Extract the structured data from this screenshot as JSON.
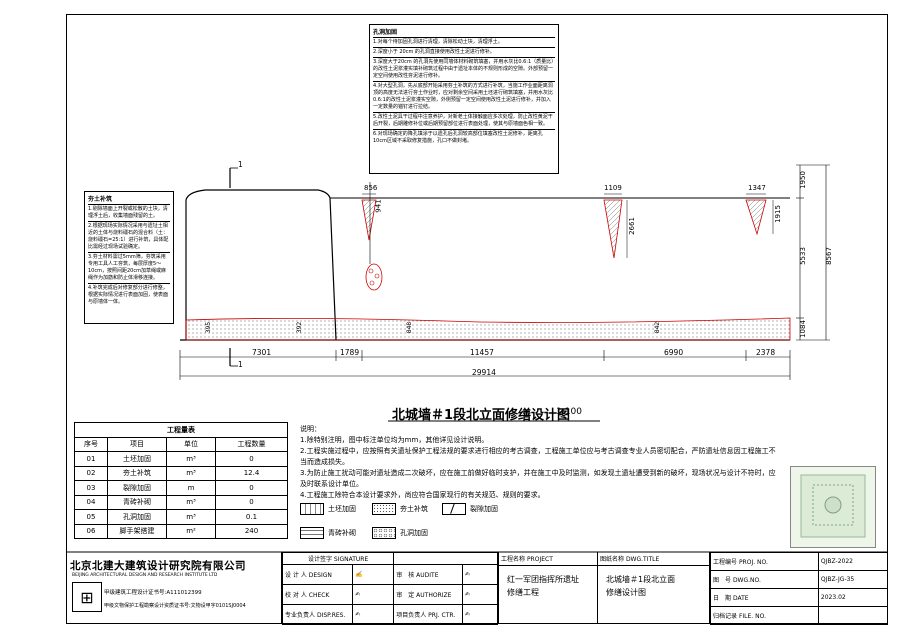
{
  "upper_box": {
    "title": "孔洞加固",
    "items": [
      "1.对每个待加固孔洞进行清理，清除松动土块，清理浮土。",
      "2.深度小于 20cm  的孔洞直接使用改性土泥进行修补。",
      "3.深度大于20cm  的孔洞先使用同墙体材料砌筑填塞，并用水灰比0.6:1（质量比）的改性土泥浆灌实填补砌筑过程中由于遗址本体的不规则形成的空隙。外部预留一定空间使用改性夯泥进行修补。",
      "4.对大型孔洞，先从底部开始采用夯土补筑的方式进行补筑，当施工作业面距离洞顶的高度无法进行夯土作业时，应对剩余空间采用土坯进行砌筑填塞，并用水灰比0.6:1的改性土泥浆灌实空隙，外侧预留一定空间使用改性土泥进行修补，并加入一定数量的锚钉进行拉结。",
      "5.改性土泥具干过程中注意养护，对新老土体接触面应多次处理，防止改性黄泥干后开裂，后期雕修补位或后期预留部位进行表面处理，使其与原墙面色相一致。",
      "6.对现场确定的降孔填涂于以遗孔后孔洞较高部位填塞改性土泥修补，距离孔10cm区域不采取修复措施，孔口不做封堵。"
    ]
  },
  "left_box": {
    "title": "夯土补筑",
    "items": [
      "1.剔除墙面上开裂或松散的土块，清理浮土后，收集墙面残留的土。",
      "2.根据现场实际情况采用与遗址土相近的土体与烧料礓石的混合料（土：烧料礓石=25:1）进行补筑，具体配比需经过现场试验确定。",
      "3.夯土材料需过5mm筛，夯筑采用专用工具人工夯筑，每层厚度5～10cm，按照间距20cm加草绳或麻绳作为加筋和防止体滑移连接。",
      "4.补筑完成后对修复部分进行修整，根据实际情况进行表面加固，使表面与原墙体一体。"
    ]
  },
  "drawing": {
    "marker_top": "1",
    "marker_bottom": "1",
    "crack_dims": [
      "856",
      "1109",
      "1347"
    ],
    "crack_depths": [
      "941",
      "2661",
      "1915"
    ],
    "base_dims": [
      "395",
      "392",
      "848",
      "842"
    ],
    "right_dims": [
      "1950",
      "5533",
      "8567",
      "1084"
    ],
    "bottom_dims": [
      "7301",
      "1789",
      "11457",
      "6990",
      "2378"
    ],
    "total_dim": "29914"
  },
  "title_block_main": {
    "title": "北城墙＃1段北立面修缮设计图",
    "scale": "1:100"
  },
  "quantities": {
    "title": "工程量表",
    "headers": [
      "序号",
      "项目",
      "单位",
      "工程数量"
    ],
    "rows": [
      [
        "01",
        "土坯加固",
        "m³",
        "0"
      ],
      [
        "02",
        "夯土补筑",
        "m³",
        "12.4"
      ],
      [
        "03",
        "裂隙加固",
        "m",
        "0"
      ],
      [
        "04",
        "青砖补砌",
        "m³",
        "0"
      ],
      [
        "05",
        "孔洞加固",
        "m³",
        "0.1"
      ],
      [
        "06",
        "脚手架搭建",
        "m²",
        "240"
      ]
    ]
  },
  "notes": {
    "heading": "说明：",
    "items": [
      "1.除特别注明，图中标注单位均为mm，其他详见设计说明。",
      "2.工程实施过程中，应按照有关遗址保护工程法规的要求进行相应的考古调查，工程施工单位应与考古调查专业人员密切配合，严防遗址信息因工程施工不当而造成损失。",
      "3.为防止施工扰动可能对遗址造成二次破坏，应在施工前做好临时支护，并在施工中及时监测，如发现土遗址遭受到新的破坏，现场状况与设计不符时，应及时联系设计单位。",
      "4.工程施工除符合本设计要求外，尚应符合国家现行的有关规范、规则的要求。"
    ]
  },
  "legend": {
    "items": [
      "土坯加固",
      "夯土补筑",
      "裂隙加固",
      "青砖补砌",
      "孔洞加固"
    ]
  },
  "title_block": {
    "company_cn": "北京北建大建筑设计研究院有限公司",
    "company_en": "BEIJING ARCHITECTURAL DESIGN AND RESEARCH INSTITUTE LTD",
    "cert1": "甲级建筑工程设计证书号:A111012399",
    "cert2": "甲级文物保护工程勘察设计资质证书号:文物设甲字0101SJ0004",
    "design_sign": "设计签字",
    "signature": "SIGNATURE",
    "designer": "设 计 人",
    "designer_en": "DESIGN",
    "checker": "校 对 人",
    "checker_en": "CHECK",
    "discipline": "专业负责人",
    "discipline_en": "DISP.RES.",
    "audit": "审　核",
    "audit_en": "AUDITE",
    "approve": "审　定",
    "approve_en": "AUTHORIZE",
    "pm": "项目负责人",
    "pm_en": "PRJ. CTR.",
    "project_label": "工程名称",
    "project_en": "PROJECT",
    "project_name_1": "红一军团指挥所遗址",
    "project_name_2": "修缮工程",
    "drawing_label": "图纸名称",
    "drawing_en": "DWG.TITLE",
    "drawing_name_1": "北城墙＃1段北立面",
    "drawing_name_2": "修缮设计图",
    "proj_no_label": "工程编号",
    "proj_no_en": "PROJ. NO.",
    "proj_no": "QJBZ-2022",
    "dwg_no_label": "图　号",
    "dwg_no_en": "DWG.NO.",
    "dwg_no": "QJBZ-JG-35",
    "date_label": "日　期",
    "date_en": "DATE",
    "date": "2023.02",
    "file_label": "归档记录",
    "file_en": "FILE. NO."
  }
}
